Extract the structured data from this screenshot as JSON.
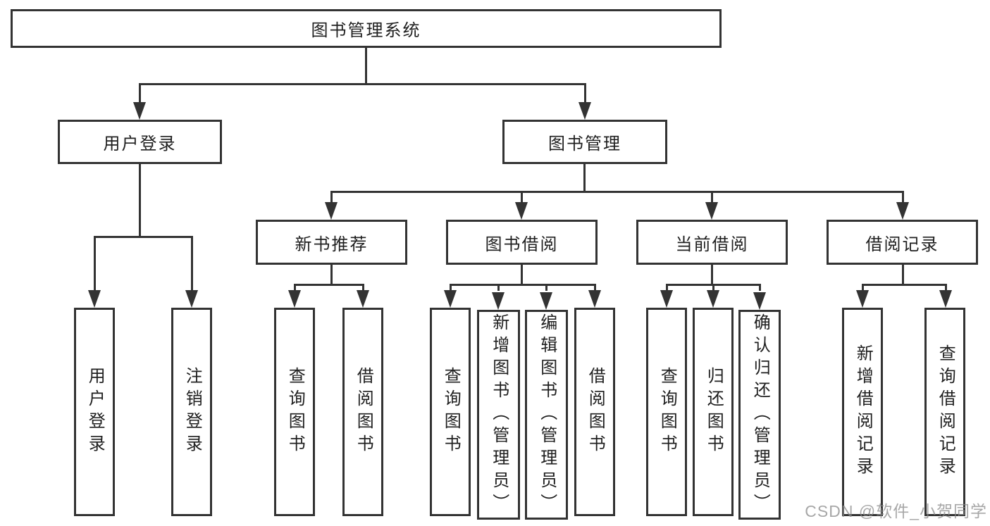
{
  "root": "图书管理系统",
  "level2": [
    "用户登录",
    "图书管理"
  ],
  "level3": [
    "新书推荐",
    "图书借阅",
    "当前借阅",
    "借阅记录"
  ],
  "leaves": {
    "user_login": [
      "用户登录",
      "注销登录"
    ],
    "new_book": [
      "查询图书",
      "借阅图书"
    ],
    "book_borrow": [
      "查询图书",
      "新增图书（管理员）",
      "编辑图书（管理员）",
      "借阅图书"
    ],
    "current_borrow": [
      "查询图书",
      "归还图书",
      "确认归还（管理员）"
    ],
    "borrow_record": [
      "新增借阅记录",
      "查询借阅记录"
    ]
  },
  "watermark": "CSDN @软件_小贺同学",
  "colors": {
    "line": "#333333",
    "text": "#1f1f1f",
    "watermark": "#8a8a8a",
    "background": "#ffffff"
  }
}
